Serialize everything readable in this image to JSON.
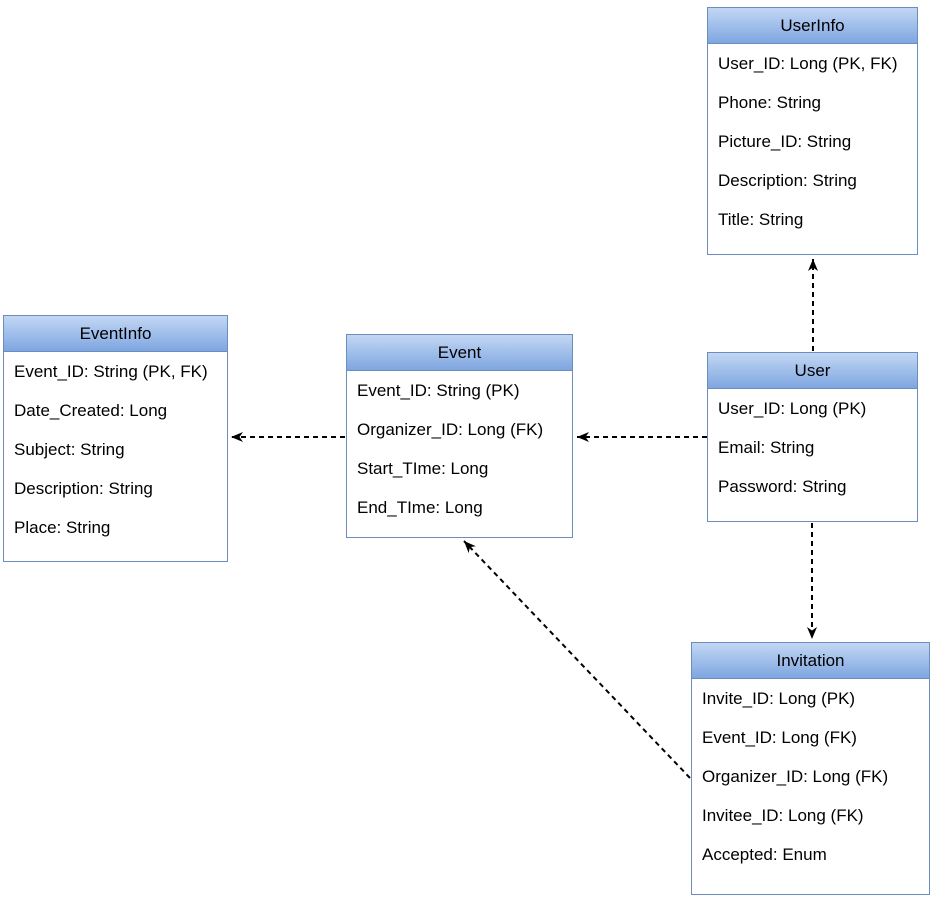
{
  "diagram_type": "entity-relationship-diagram",
  "colors": {
    "header_gradient_top": "#c3d7f4",
    "header_gradient_bottom": "#7ea6e0",
    "box_border": "#6c8ebf",
    "text": "#000000",
    "connector": "#000000",
    "canvas_bg": "#ffffff"
  },
  "entities": {
    "userinfo": {
      "title": "UserInfo",
      "fields": [
        "User_ID: Long (PK, FK)",
        "Phone: String",
        "Picture_ID: String",
        "Description: String",
        "Title: String"
      ]
    },
    "eventinfo": {
      "title": "EventInfo",
      "fields": [
        "Event_ID: String (PK, FK)",
        "Date_Created: Long",
        "Subject: String",
        "Description: String",
        "Place: String"
      ]
    },
    "event": {
      "title": "Event",
      "fields": [
        "Event_ID: String (PK)",
        "Organizer_ID: Long (FK)",
        "Start_TIme: Long",
        "End_TIme: Long"
      ]
    },
    "user": {
      "title": "User",
      "fields": [
        "User_ID: Long (PK)",
        "Email: String",
        "Password: String"
      ]
    },
    "invitation": {
      "title": "Invitation",
      "fields": [
        "Invite_ID: Long (PK)",
        "Event_ID: Long (FK)",
        "Organizer_ID: Long (FK)",
        "Invitee_ID: Long (FK)",
        "Accepted: Enum"
      ]
    }
  },
  "connections": [
    {
      "from": "User",
      "to": "UserInfo",
      "style": "dashed",
      "arrowhead": "at UserInfo bottom edge, pointing up"
    },
    {
      "from": "User",
      "to": "Event",
      "style": "dashed",
      "arrowhead": "at Event right edge, pointing left"
    },
    {
      "from": "Event",
      "to": "EventInfo",
      "style": "dashed",
      "arrowhead": "at EventInfo right edge, pointing left"
    },
    {
      "from": "User",
      "to": "Invitation",
      "style": "dashed",
      "arrowhead": "at Invitation top edge, pointing down"
    },
    {
      "from": "Invitation",
      "to": "Event",
      "style": "dashed",
      "arrowhead": "at Event bottom edge, pointing up-left"
    }
  ]
}
